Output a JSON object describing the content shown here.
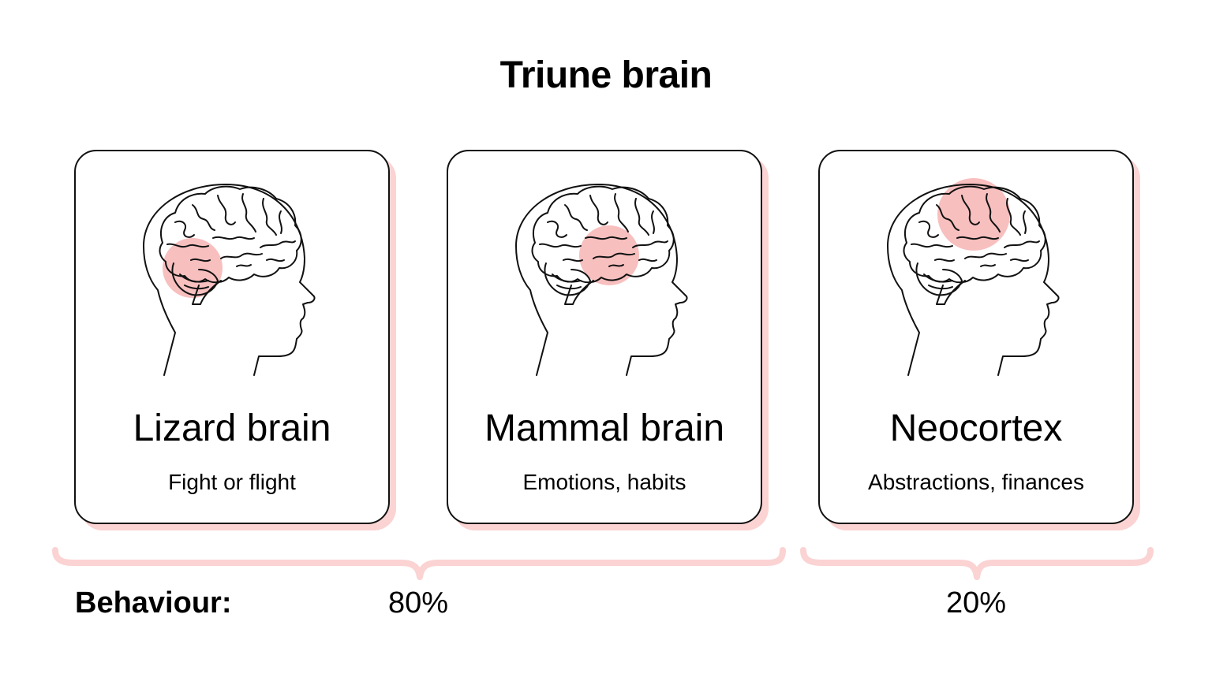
{
  "title": "Triune brain",
  "cards": [
    {
      "title": "Lizard brain",
      "subtitle": "Fight or flight",
      "highlight_region": "brainstem-cerebellum"
    },
    {
      "title": "Mammal brain",
      "subtitle": "Emotions, habits",
      "highlight_region": "limbic-center"
    },
    {
      "title": "Neocortex",
      "subtitle": "Abstractions, finances",
      "highlight_region": "cortex-top"
    }
  ],
  "behaviour": {
    "label": "Behaviour:",
    "groups": [
      {
        "value": "80%",
        "covers": [
          "Lizard brain",
          "Mammal brain"
        ]
      },
      {
        "value": "20%",
        "covers": [
          "Neocortex"
        ]
      }
    ]
  },
  "colors": {
    "accent": "#fbd3d3",
    "highlight": "#f5a9a9",
    "outline": "#111111"
  }
}
